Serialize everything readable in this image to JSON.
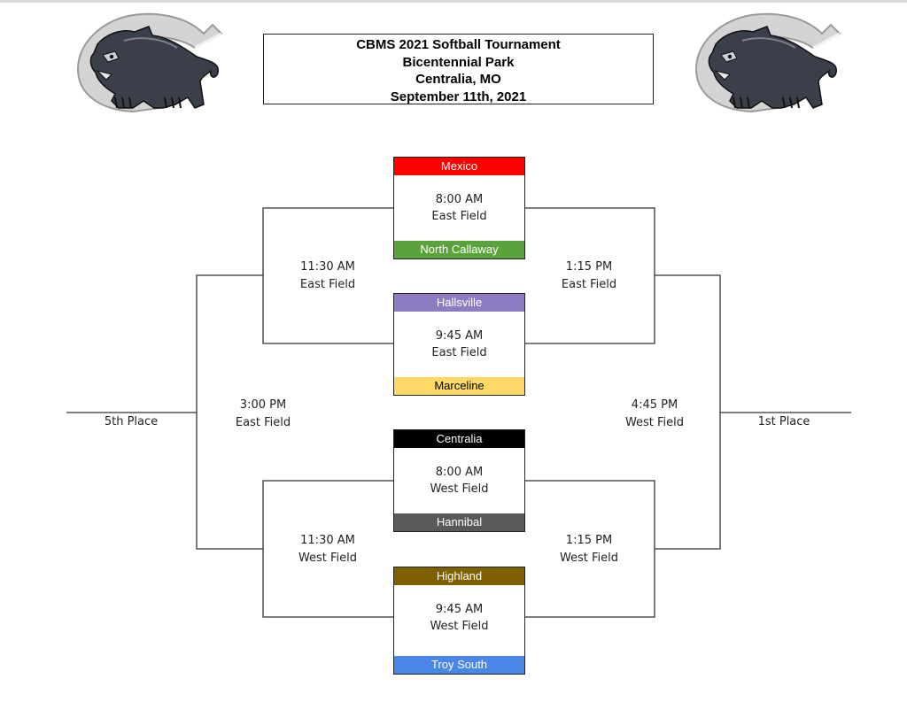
{
  "header": {
    "line1": "CBMS 2021 Softball Tournament",
    "line2": "Bicentennial Park",
    "line3": "Centralia, MO",
    "line4": "September 11th, 2021"
  },
  "logo": {
    "letter": "C",
    "mascot": "panther"
  },
  "games": [
    {
      "top_team": "Mexico",
      "top_color": "#ff0000",
      "time": "8:00 AM",
      "field": "East Field",
      "bottom_team": "North Callaway",
      "bottom_color": "#5aa33c"
    },
    {
      "top_team": "Hallsville",
      "top_color": "#8e7cc3",
      "time": "9:45 AM",
      "field": "East Field",
      "bottom_team": "Marceline",
      "bottom_color": "#ffd966"
    },
    {
      "top_team": "Centralia",
      "top_color": "#000000",
      "time": "8:00 AM",
      "field": "West Field",
      "bottom_team": "Hannibal",
      "bottom_color": "#595959"
    },
    {
      "top_team": "Highland",
      "top_color": "#7f6000",
      "time": "9:45 AM",
      "field": "West Field",
      "bottom_team": "Troy South",
      "bottom_color": "#4a86e8"
    }
  ],
  "rounds": {
    "left_top": {
      "time": "11:30 AM",
      "field": "East Field"
    },
    "right_top": {
      "time": "1:15 PM",
      "field": "East Field"
    },
    "left_bottom": {
      "time": "11:30 AM",
      "field": "West Field"
    },
    "right_bottom": {
      "time": "1:15 PM",
      "field": "West Field"
    },
    "left_final": {
      "time": "3:00 PM",
      "field": "East Field"
    },
    "right_final": {
      "time": "4:45 PM",
      "field": "West Field"
    }
  },
  "places": {
    "left": "5th Place",
    "right": "1st Place"
  }
}
